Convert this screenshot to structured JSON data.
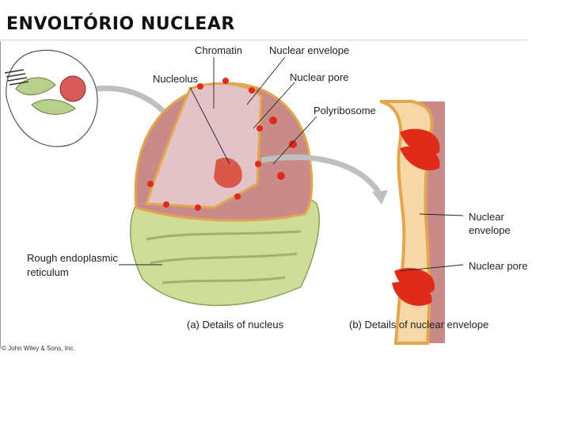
{
  "header": {
    "title": "ENVOLTÓRIO NUCLEAR"
  },
  "figure": {
    "labels": {
      "chromatin": "Chromatin",
      "nuclear_envelope_top": "Nuclear envelope",
      "nucleolus": "Nucleolus",
      "nuclear_pore_top": "Nuclear pore",
      "polyribosome": "Polyribosome",
      "rough_er_line1": "Rough endoplasmic",
      "rough_er_line2": "reticulum",
      "nuclear_envelope_right_line1": "Nuclear",
      "nuclear_envelope_right_line2": "envelope",
      "nuclear_pore_right": "Nuclear pore"
    },
    "captions": {
      "a": "(a) Details of nucleus",
      "b": "(b) Details of nuclear envelope"
    },
    "credit": "© John Wiley & Sons, Inc."
  },
  "colors": {
    "nucleus": "#c98a8a",
    "nucleoplasm": "#e3c3c8",
    "envelope": "#e3a64f",
    "pore": "#e02a1a",
    "er": "#cfdc9a",
    "er_dark": "#9fb36a",
    "arrow": "#bfbfbf"
  }
}
